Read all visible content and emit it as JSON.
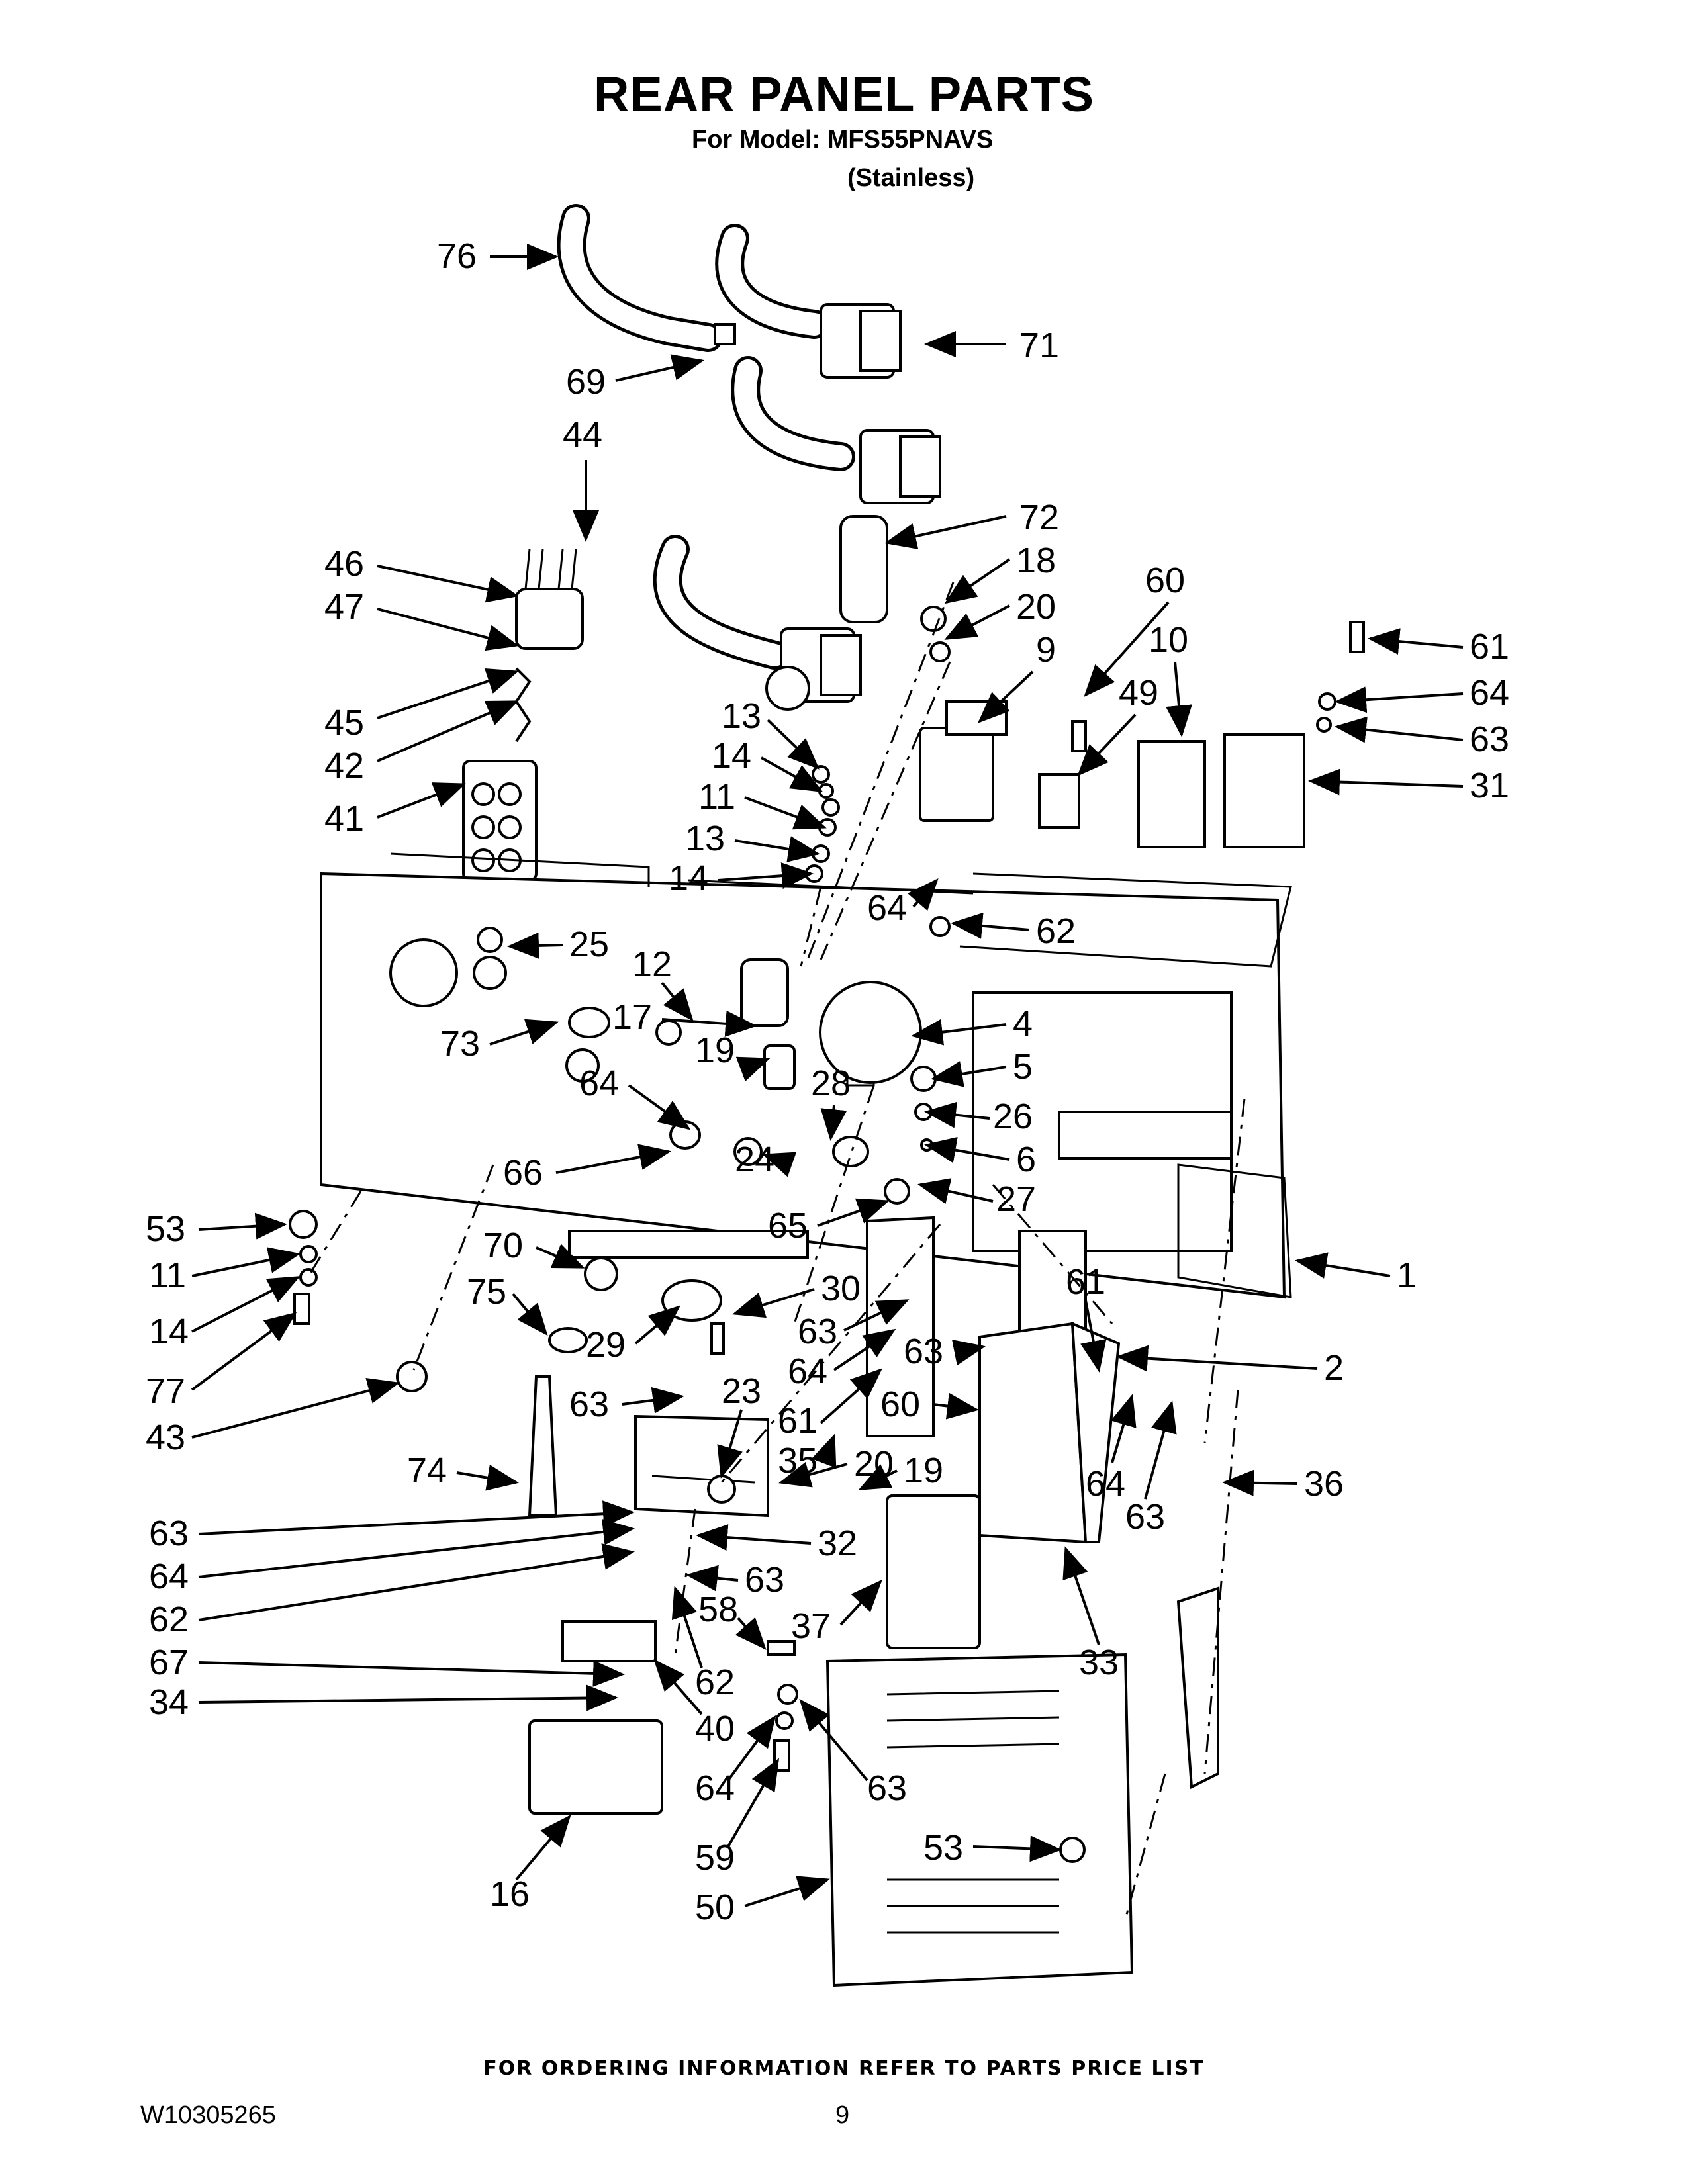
{
  "header": {
    "title": "REAR PANEL PARTS",
    "model_line": "For Model: MFS55PNAVS",
    "finish_line": "(Stainless)"
  },
  "callouts": [
    {
      "label": "76"
    },
    {
      "label": "71"
    },
    {
      "label": "69"
    },
    {
      "label": "44"
    },
    {
      "label": "72"
    },
    {
      "label": "46"
    },
    {
      "label": "18"
    },
    {
      "label": "47"
    },
    {
      "label": "20"
    },
    {
      "label": "60"
    },
    {
      "label": "10"
    },
    {
      "label": "61"
    },
    {
      "label": "9"
    },
    {
      "label": "64"
    },
    {
      "label": "49"
    },
    {
      "label": "45"
    },
    {
      "label": "13"
    },
    {
      "label": "63"
    },
    {
      "label": "42"
    },
    {
      "label": "14"
    },
    {
      "label": "31"
    },
    {
      "label": "11"
    },
    {
      "label": "41"
    },
    {
      "label": "13"
    },
    {
      "label": "14"
    },
    {
      "label": "64"
    },
    {
      "label": "62"
    },
    {
      "label": "25"
    },
    {
      "label": "12"
    },
    {
      "label": "17"
    },
    {
      "label": "4"
    },
    {
      "label": "73"
    },
    {
      "label": "19"
    },
    {
      "label": "5"
    },
    {
      "label": "64"
    },
    {
      "label": "28"
    },
    {
      "label": "26"
    },
    {
      "label": "6"
    },
    {
      "label": "24"
    },
    {
      "label": "66"
    },
    {
      "label": "27"
    },
    {
      "label": "65"
    },
    {
      "label": "53"
    },
    {
      "label": "70"
    },
    {
      "label": "1"
    },
    {
      "label": "61"
    },
    {
      "label": "11"
    },
    {
      "label": "30"
    },
    {
      "label": "75"
    },
    {
      "label": "63"
    },
    {
      "label": "14"
    },
    {
      "label": "29"
    },
    {
      "label": "63"
    },
    {
      "label": "2"
    },
    {
      "label": "77"
    },
    {
      "label": "64"
    },
    {
      "label": "23"
    },
    {
      "label": "43"
    },
    {
      "label": "63"
    },
    {
      "label": "60"
    },
    {
      "label": "61"
    },
    {
      "label": "35"
    },
    {
      "label": "20"
    },
    {
      "label": "74"
    },
    {
      "label": "19"
    },
    {
      "label": "64"
    },
    {
      "label": "36"
    },
    {
      "label": "63"
    },
    {
      "label": "63"
    },
    {
      "label": "32"
    },
    {
      "label": "64"
    },
    {
      "label": "63"
    },
    {
      "label": "62"
    },
    {
      "label": "58"
    },
    {
      "label": "37"
    },
    {
      "label": "33"
    },
    {
      "label": "67"
    },
    {
      "label": "62"
    },
    {
      "label": "34"
    },
    {
      "label": "40"
    },
    {
      "label": "64"
    },
    {
      "label": "63"
    },
    {
      "label": "59"
    },
    {
      "label": "53"
    },
    {
      "label": "16"
    },
    {
      "label": "50"
    }
  ],
  "footer": {
    "ordering_note": "FOR ORDERING INFORMATION REFER TO PARTS PRICE LIST",
    "document_number": "W10305265",
    "page_number": "9"
  }
}
